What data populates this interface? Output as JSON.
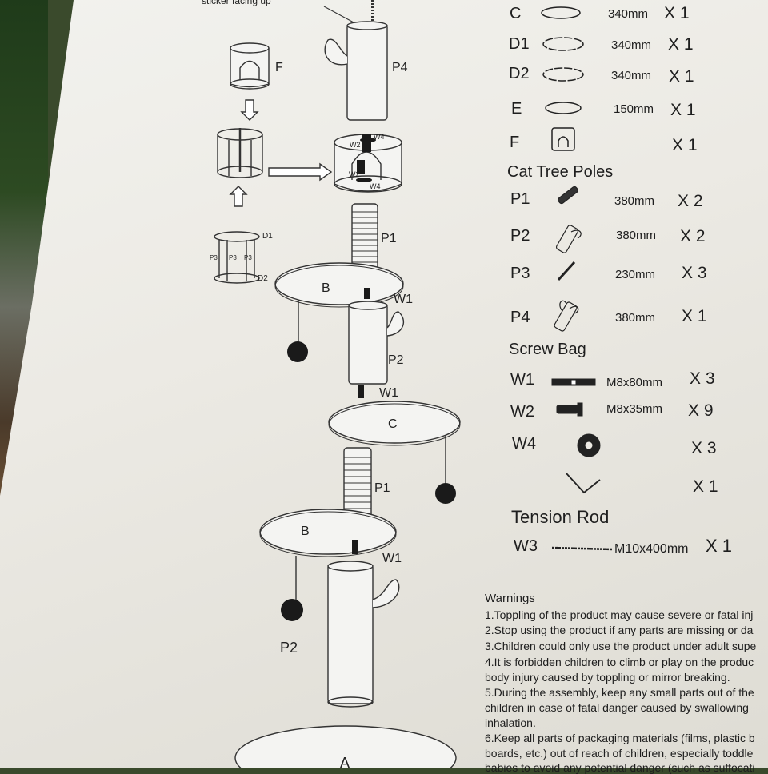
{
  "diagram": {
    "top_note": "sticker facing up",
    "labels": {
      "F": "F",
      "P4": "P4",
      "W4a": "W4",
      "W2a": "W2",
      "W2b": "W2",
      "W4b": "W4",
      "P1a": "P1",
      "B1": "B",
      "W1a": "W1",
      "P2a": "P2",
      "W1b": "W1",
      "C": "C",
      "P1b": "P1",
      "B2": "B",
      "W1c": "W1",
      "P2b": "P2",
      "A": "A",
      "D1": "D1",
      "D2": "D2",
      "P3a": "P3",
      "P3b": "P3",
      "P3c": "P3"
    }
  },
  "parts": [
    {
      "id": "C",
      "size": "340mm",
      "qty": "X 1",
      "icon": "flat-disc-icon"
    },
    {
      "id": "D1",
      "size": "340mm",
      "qty": "X 1",
      "icon": "disc-holes-icon"
    },
    {
      "id": "D2",
      "size": "340mm",
      "qty": "X 1",
      "icon": "disc-holes-icon"
    },
    {
      "id": "E",
      "size": "150mm",
      "qty": "X 1",
      "icon": "small-disc-icon"
    },
    {
      "id": "F",
      "size": "",
      "qty": "X 1",
      "icon": "cup-icon"
    }
  ],
  "poles_heading": "Cat Tree Poles",
  "poles": [
    {
      "id": "P1",
      "size": "380mm",
      "qty": "X 2",
      "icon": "sisal-pole-icon"
    },
    {
      "id": "P2",
      "size": "380mm",
      "qty": "X 2",
      "icon": "cactus-pole-icon"
    },
    {
      "id": "P3",
      "size": "230mm",
      "qty": "X 3",
      "icon": "thin-pole-icon"
    },
    {
      "id": "P4",
      "size": "380mm",
      "qty": "X 1",
      "icon": "double-arm-pole-icon"
    }
  ],
  "screw_heading": "Screw Bag",
  "screws": [
    {
      "id": "W1",
      "size": "M8x80mm",
      "qty": "X 3",
      "icon": "long-bolt-icon"
    },
    {
      "id": "W2",
      "size": "M8x35mm",
      "qty": "X  9",
      "icon": "short-screw-icon"
    },
    {
      "id": "W4",
      "size": "",
      "qty": "X 3",
      "icon": "washer-icon"
    },
    {
      "id": "",
      "size": "",
      "qty": "X 1",
      "icon": "allen-key-icon"
    }
  ],
  "rod_heading": "Tension Rod",
  "rod": {
    "id": "W3",
    "size": "M10x400mm",
    "qty": "X 1"
  },
  "warnings": {
    "title": "Warnings",
    "lines": [
      "1.Toppling of the product may cause severe or fatal inj",
      "2.Stop using the product if any parts are missing or da",
      "3.Children could only use the product under adult supe",
      "4.It is forbidden children to climb or play on the produc",
      "body injury caused by toppling or mirror breaking.",
      "5.During the assembly, keep any small parts out of the",
      "children in case of fatal danger caused by swallowing",
      "inhalation.",
      "6.Keep all parts of packaging materials (films, plastic b",
      "boards, etc.) out of reach of children, especially toddle",
      "babies to avoid any potential danger (such as suffocati"
    ]
  }
}
